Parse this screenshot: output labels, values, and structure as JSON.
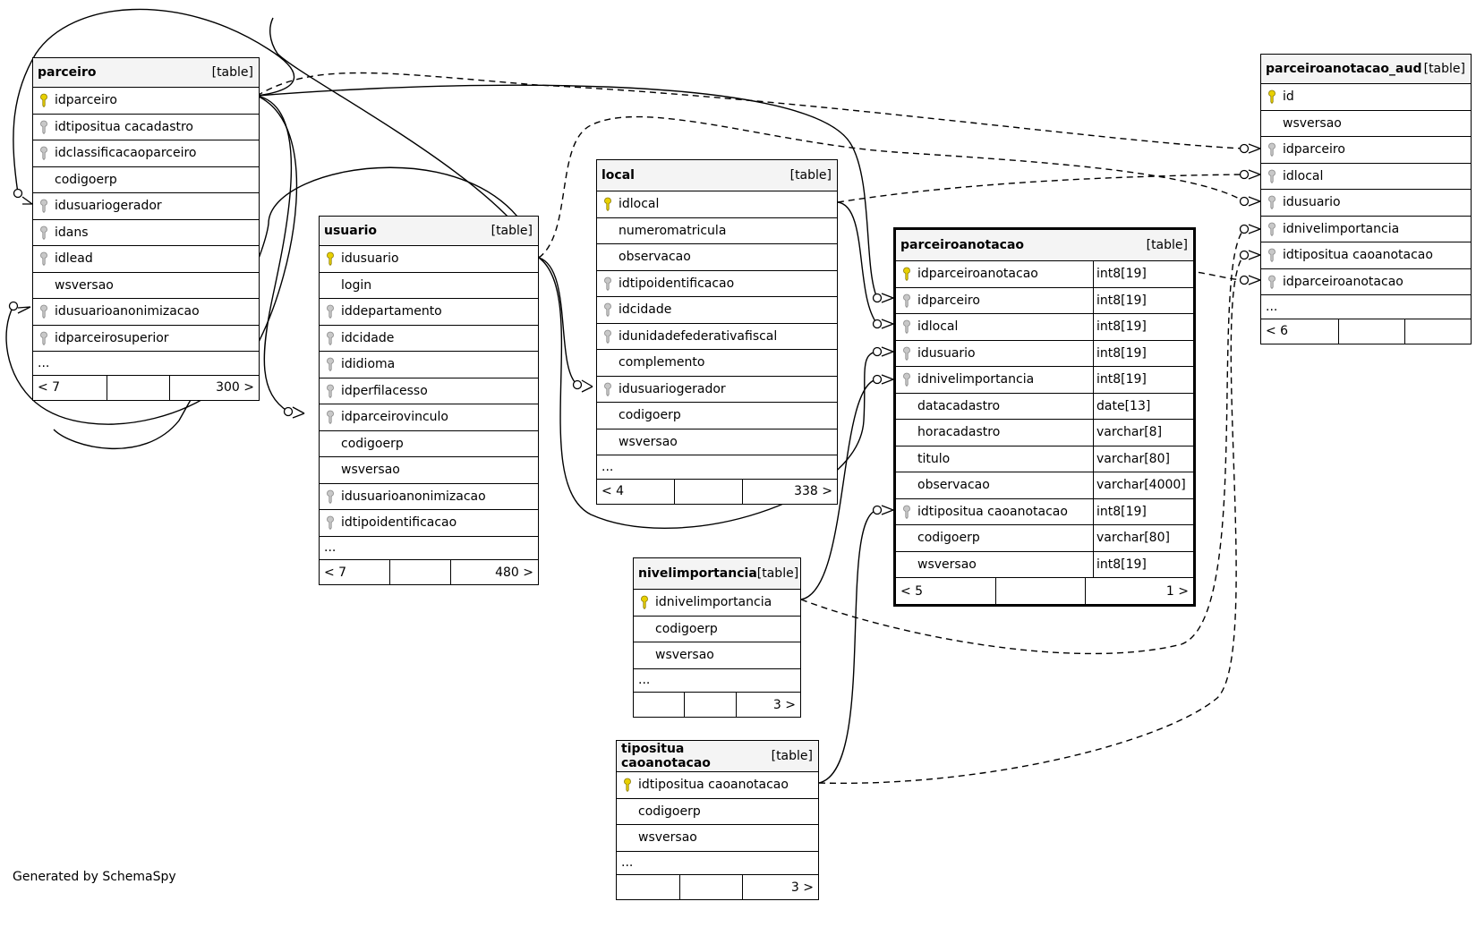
{
  "tables": {
    "parceiro": {
      "name": "parceiro",
      "type": "[table]",
      "columns": [
        {
          "name": "idparceiro",
          "key": "pk"
        },
        {
          "name": "idtipositua cacadastro",
          "key": "fk"
        },
        {
          "name": "idclassificacaoparceiro",
          "key": "fk"
        },
        {
          "name": "codigoerp",
          "key": "none"
        },
        {
          "name": "idusuariogerador",
          "key": "fk"
        },
        {
          "name": "idans",
          "key": "fk"
        },
        {
          "name": "idlead",
          "key": "fk"
        },
        {
          "name": "wsversao",
          "key": "none"
        },
        {
          "name": "idusuarioanonimizacao",
          "key": "fk"
        },
        {
          "name": "idparceirosuperior",
          "key": "fk"
        }
      ],
      "more": "...",
      "footer": [
        "< 7",
        "",
        "300 >"
      ]
    },
    "usuario": {
      "name": "usuario",
      "type": "[table]",
      "columns": [
        {
          "name": "idusuario",
          "key": "pk"
        },
        {
          "name": "login",
          "key": "none"
        },
        {
          "name": "iddepartamento",
          "key": "fk"
        },
        {
          "name": "idcidade",
          "key": "fk"
        },
        {
          "name": "ididioma",
          "key": "fk"
        },
        {
          "name": "idperfilacesso",
          "key": "fk"
        },
        {
          "name": "idparceirovinculo",
          "key": "fk"
        },
        {
          "name": "codigoerp",
          "key": "none"
        },
        {
          "name": "wsversao",
          "key": "none"
        },
        {
          "name": "idusuarioanonimizacao",
          "key": "fk"
        },
        {
          "name": "idtipoidentificacao",
          "key": "fk"
        }
      ],
      "more": "...",
      "footer": [
        "< 7",
        "",
        "480 >"
      ]
    },
    "local": {
      "name": "local",
      "type": "[table]",
      "columns": [
        {
          "name": "idlocal",
          "key": "pk"
        },
        {
          "name": "numeromatricula",
          "key": "none"
        },
        {
          "name": "observacao",
          "key": "none"
        },
        {
          "name": "idtipoidentificacao",
          "key": "fk"
        },
        {
          "name": "idcidade",
          "key": "fk"
        },
        {
          "name": "idunidadefederativafiscal",
          "key": "fk"
        },
        {
          "name": "complemento",
          "key": "none"
        },
        {
          "name": "idusuariogerador",
          "key": "fk"
        },
        {
          "name": "codigoerp",
          "key": "none"
        },
        {
          "name": "wsversao",
          "key": "none"
        }
      ],
      "more": "...",
      "footer": [
        "< 4",
        "",
        "338 >"
      ]
    },
    "parceiroanotacao": {
      "name": "parceiroanotacao",
      "type": "[table]",
      "columns": [
        {
          "name": "idparceiroanotacao",
          "key": "pk",
          "dtype": "int8[19]"
        },
        {
          "name": "idparceiro",
          "key": "fk",
          "dtype": "int8[19]"
        },
        {
          "name": "idlocal",
          "key": "fk",
          "dtype": "int8[19]"
        },
        {
          "name": "idusuario",
          "key": "fk",
          "dtype": "int8[19]"
        },
        {
          "name": "idnivelimportancia",
          "key": "fk",
          "dtype": "int8[19]"
        },
        {
          "name": "datacadastro",
          "key": "none",
          "dtype": "date[13]"
        },
        {
          "name": "horacadastro",
          "key": "none",
          "dtype": "varchar[8]"
        },
        {
          "name": "titulo",
          "key": "none",
          "dtype": "varchar[80]"
        },
        {
          "name": "observacao",
          "key": "none",
          "dtype": "varchar[4000]"
        },
        {
          "name": "idtipositua caoanotacao",
          "key": "fk",
          "dtype": "int8[19]"
        },
        {
          "name": "codigoerp",
          "key": "none",
          "dtype": "varchar[80]"
        },
        {
          "name": "wsversao",
          "key": "none",
          "dtype": "int8[19]"
        }
      ],
      "footer": [
        "< 5",
        "",
        "1 >"
      ]
    },
    "parceiroanotacao_aud": {
      "name": "parceiroanotacao_aud",
      "type": "[table]",
      "columns": [
        {
          "name": "id",
          "key": "pk"
        },
        {
          "name": "wsversao",
          "key": "none"
        },
        {
          "name": "idparceiro",
          "key": "fk"
        },
        {
          "name": "idlocal",
          "key": "fk"
        },
        {
          "name": "idusuario",
          "key": "fk"
        },
        {
          "name": "idnivelimportancia",
          "key": "fk"
        },
        {
          "name": "idtipositua caoanotacao",
          "key": "fk"
        },
        {
          "name": "idparceiroanotacao",
          "key": "fk"
        }
      ],
      "more": "...",
      "footer": [
        "< 6",
        "",
        ""
      ]
    },
    "nivelimportancia": {
      "name": "nivelimportancia",
      "type": "[table]",
      "columns": [
        {
          "name": "idnivelimportancia",
          "key": "pk"
        },
        {
          "name": "codigoerp",
          "key": "none"
        },
        {
          "name": "wsversao",
          "key": "none"
        }
      ],
      "more": "...",
      "footer": [
        "",
        "",
        "3 >"
      ]
    },
    "tipositua caoanotacao": {
      "name": "tipositua caoanotacao",
      "type": "[table]",
      "columns": [
        {
          "name": "idtipositua caoanotacao",
          "key": "pk"
        },
        {
          "name": "codigoerp",
          "key": "none"
        },
        {
          "name": "wsversao",
          "key": "none"
        }
      ],
      "more": "...",
      "footer": [
        "",
        "",
        "3 >"
      ]
    }
  },
  "footer_text": "Generated by SchemaSpy"
}
